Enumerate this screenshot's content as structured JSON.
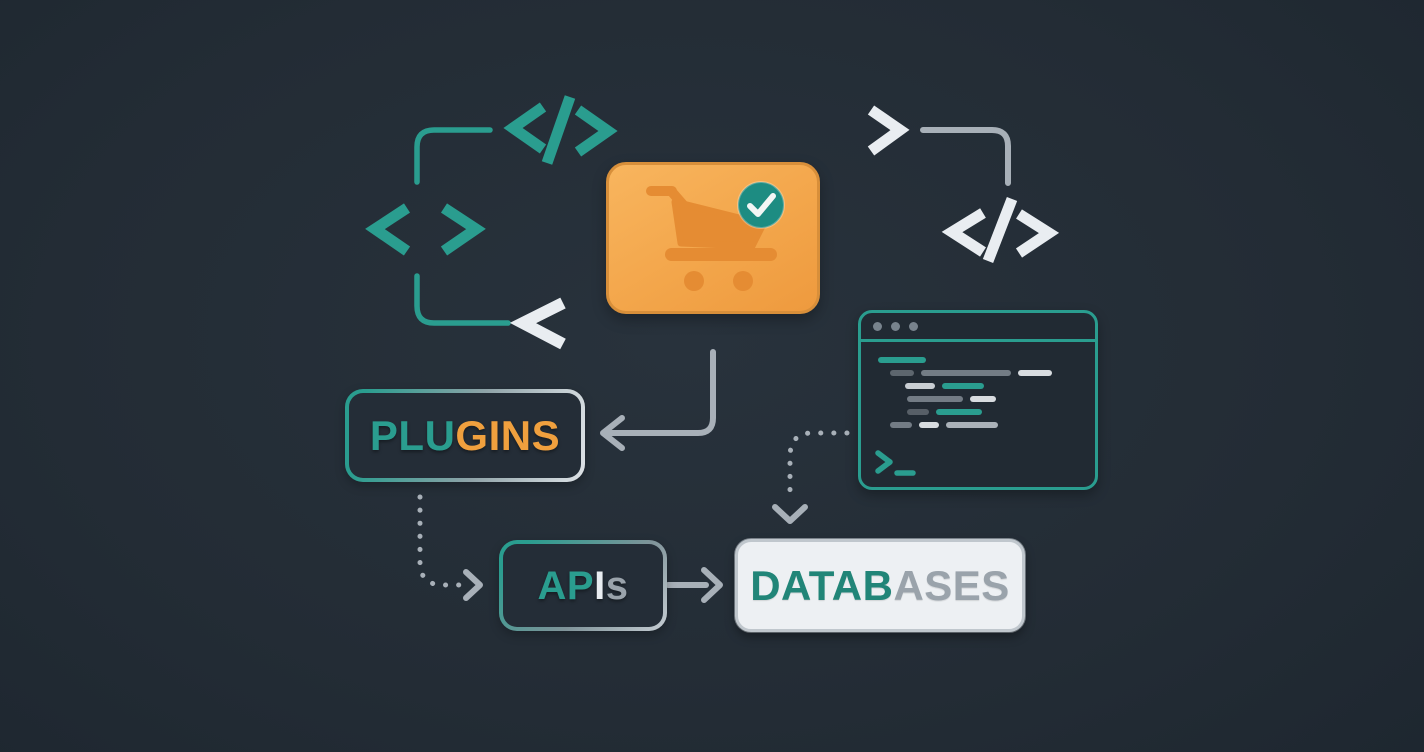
{
  "palette": {
    "background": "#232c35",
    "teal": "#2a9d8f",
    "teal_deep": "#1f8a7e",
    "orange_accent": "#f0a03e",
    "card_orange": "#f3a64b",
    "cart_orange": "#e58c33",
    "badge_teal": "#1d8c82",
    "arrow_gray": "#a8b0b8",
    "light": "#e9edf1",
    "gray_text": "#9aa3ab"
  },
  "decorations": {
    "code_tag_left": "</>",
    "angle_open_teal": "<",
    "angle_close_teal": ">",
    "angle_open_white": "<",
    "angle_close_white": ">",
    "code_tag_right": "</>",
    "terminal_prompt": ">_",
    "cart_icon": "shopping-cart with checkmark badge",
    "editor_window_dots": 3
  },
  "nodes": {
    "plugins": {
      "segments": [
        {
          "text": "PLU",
          "color": "#2a9d8f"
        },
        {
          "text": "GINS",
          "color": "#f0a03e"
        }
      ]
    },
    "apis": {
      "segments": [
        {
          "text": "AP",
          "color": "#2a9d8f"
        },
        {
          "text": "I",
          "color": "#e9edf1"
        },
        {
          "text": "s",
          "color": "#9aa3ab"
        }
      ]
    },
    "databases": {
      "segments": [
        {
          "text": "DATAB",
          "color": "#218578"
        },
        {
          "text": "ASES",
          "color": "#9aa3ab"
        }
      ]
    }
  }
}
